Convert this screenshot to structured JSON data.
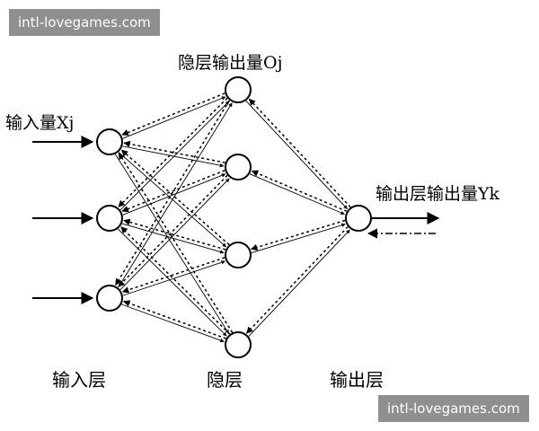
{
  "watermarks": {
    "top": "intl-lovegames.com",
    "bottom": "intl-lovegames.com"
  },
  "labels": {
    "hidden_output": "隐层输出量Oj",
    "input_quantity": "输入量Xj",
    "output_quantity": "输出层输出量Yk",
    "input_layer": "输入层",
    "hidden_layer": "隐层",
    "output_layer": "输出层"
  },
  "network": {
    "input_nodes": 3,
    "hidden_nodes": 4,
    "output_nodes": 1
  },
  "colors": {
    "ink": "#000000",
    "watermark_bg": "#8f8f8f",
    "watermark_text": "#ffffff"
  }
}
